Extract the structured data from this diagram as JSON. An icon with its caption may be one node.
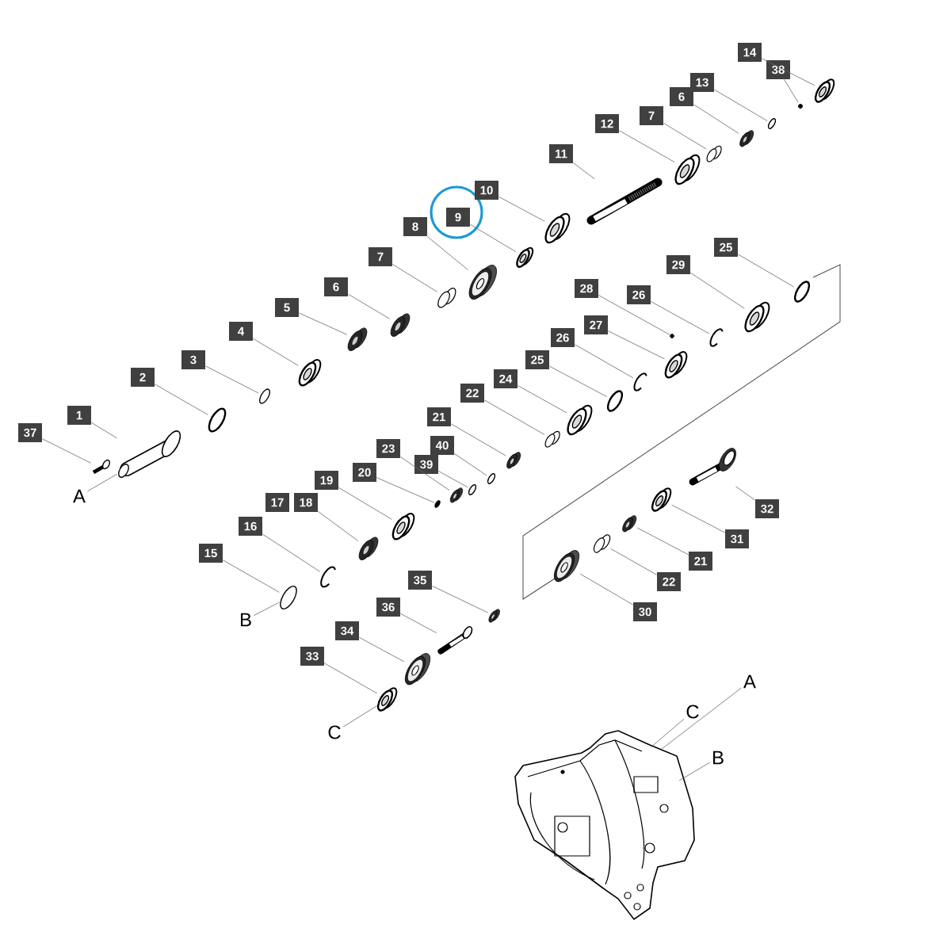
{
  "diagram": {
    "nodes": [
      {
        "text": [
          "14"
        ]
      },
      {
        "text": [
          "38"
        ]
      },
      {
        "text": [
          "13"
        ]
      },
      {
        "text": [
          "6"
        ]
      },
      {
        "text": [
          "7"
        ]
      },
      {
        "text": [
          "12"
        ]
      },
      {
        "text": [
          "11"
        ]
      },
      {
        "text": [
          "10"
        ]
      },
      {
        "text": [
          "9"
        ]
      },
      {
        "text": [
          "8"
        ]
      },
      {
        "text": [
          "7"
        ]
      },
      {
        "text": [
          "6"
        ]
      },
      {
        "text": [
          "5"
        ]
      },
      {
        "text": [
          "4"
        ]
      },
      {
        "text": [
          "3"
        ]
      },
      {
        "text": [
          "2"
        ]
      },
      {
        "text": [
          "1"
        ]
      },
      {
        "text": [
          "37"
        ]
      },
      {
        "text": [
          "A"
        ]
      },
      {
        "text": [
          "25"
        ]
      },
      {
        "text": [
          "29"
        ]
      },
      {
        "text": [
          "26"
        ]
      },
      {
        "text": [
          "28"
        ]
      },
      {
        "text": [
          "27"
        ]
      },
      {
        "text": [
          "26"
        ]
      },
      {
        "text": [
          "25"
        ]
      },
      {
        "text": [
          "24"
        ]
      },
      {
        "text": [
          "22"
        ]
      },
      {
        "text": [
          "21"
        ]
      },
      {
        "text": [
          "40"
        ]
      },
      {
        "text": [
          "39"
        ]
      },
      {
        "text": [
          "23"
        ]
      },
      {
        "text": [
          "20"
        ]
      },
      {
        "text": [
          "19"
        ]
      },
      {
        "text": [
          "18"
        ]
      },
      {
        "text": [
          "17"
        ]
      },
      {
        "text": [
          "16"
        ]
      },
      {
        "text": [
          "15"
        ]
      },
      {
        "text": [
          "B"
        ]
      },
      {
        "text": [
          "32"
        ]
      },
      {
        "text": [
          "31"
        ]
      },
      {
        "text": [
          "21"
        ]
      },
      {
        "text": [
          "22"
        ]
      },
      {
        "text": [
          "30"
        ]
      },
      {
        "text": [
          "35"
        ]
      },
      {
        "text": [
          "36"
        ]
      },
      {
        "text": [
          "34"
        ]
      },
      {
        "text": [
          "33"
        ]
      },
      {
        "text": [
          "C"
        ]
      },
      {
        "text": [
          "A"
        ]
      },
      {
        "text": [
          "C"
        ]
      },
      {
        "text": [
          "B"
        ]
      },
      {
        "text": [],
        "shape": "picture"
      },
      {
        "text": [],
        "shape": "circle"
      },
      {
        "text": [],
        "shape": "picture"
      },
      {
        "text": [],
        "shape": "picture"
      },
      {
        "text": [],
        "shape": "picture"
      },
      {
        "text": [],
        "shape": "picture"
      },
      {
        "text": [],
        "shape": "picture"
      },
      {
        "text": [],
        "shape": "picture"
      },
      {
        "text": [],
        "shape": "picture"
      },
      {
        "text": [],
        "shape": "picture"
      },
      {
        "text": [],
        "shape": "picture"
      },
      {
        "text": [],
        "shape": "picture"
      },
      {
        "text": [],
        "shape": "picture"
      },
      {
        "text": [],
        "shape": "picture"
      },
      {
        "text": [],
        "shape": "picture"
      },
      {
        "text": [],
        "shape": "picture"
      },
      {
        "text": [],
        "shape": "picture"
      },
      {
        "text": [],
        "shape": "picture"
      },
      {
        "text": [],
        "shape": "picture"
      },
      {
        "text": [],
        "shape": "picture"
      },
      {
        "text": [],
        "shape": "picture"
      },
      {
        "text": [],
        "shape": "circle"
      },
      {
        "text": [],
        "shape": "picture"
      },
      {
        "text": [],
        "shape": "picture"
      },
      {
        "text": [],
        "shape": "picture"
      },
      {
        "text": [],
        "shape": "picture"
      },
      {
        "text": [],
        "shape": "picture"
      },
      {
        "text": [],
        "shape": "picture"
      },
      {
        "text": [],
        "shape": "picture"
      },
      {
        "text": [],
        "shape": "picture"
      },
      {
        "text": [],
        "shape": "picture"
      },
      {
        "text": [],
        "shape": "picture"
      },
      {
        "text": [],
        "shape": "picture"
      },
      {
        "text": [],
        "shape": "picture"
      },
      {
        "text": [],
        "shape": "picture"
      },
      {
        "text": [],
        "shape": "picture"
      },
      {
        "text": [],
        "shape": "picture"
      },
      {
        "text": [],
        "shape": "picture"
      },
      {
        "text": [],
        "shape": "picture"
      },
      {
        "text": [],
        "shape": "picture"
      },
      {
        "text": [],
        "shape": "picture"
      },
      {
        "text": [],
        "shape": "picture"
      },
      {
        "text": [],
        "shape": "picture"
      },
      {
        "text": [],
        "shape": "picture"
      },
      {
        "text": [],
        "shape": "picture"
      },
      {
        "text": [],
        "shape": "picture"
      }
    ],
    "edges": [
      {
        "from": 0,
        "to": 52,
        "arrow": "none"
      },
      {
        "from": 1,
        "to": 53,
        "arrow": "none"
      },
      {
        "from": 2,
        "to": 54,
        "arrow": "none"
      },
      {
        "from": 3,
        "to": 55,
        "arrow": "none"
      },
      {
        "from": 4,
        "to": 56,
        "arrow": "none"
      },
      {
        "from": 5,
        "to": 57,
        "arrow": "none"
      },
      {
        "from": 6,
        "to": 58,
        "arrow": "none"
      },
      {
        "from": 7,
        "to": 59,
        "arrow": "none"
      },
      {
        "from": 8,
        "to": 60,
        "arrow": "none"
      },
      {
        "from": 9,
        "to": 61,
        "arrow": "none"
      },
      {
        "from": 10,
        "to": 62,
        "arrow": "none"
      },
      {
        "from": 11,
        "to": 63,
        "arrow": "none"
      },
      {
        "from": 12,
        "to": 64,
        "arrow": "none"
      },
      {
        "from": 13,
        "to": 65,
        "arrow": "none"
      },
      {
        "from": 14,
        "to": 66,
        "arrow": "none"
      },
      {
        "from": 15,
        "to": 67,
        "arrow": "none"
      },
      {
        "from": 16,
        "to": 68,
        "arrow": "none"
      },
      {
        "from": 17,
        "to": 69,
        "arrow": "none"
      },
      {
        "from": 18,
        "to": 68,
        "arrow": "none"
      },
      {
        "from": 19,
        "to": 70,
        "arrow": "none"
      },
      {
        "from": 20,
        "to": 71,
        "arrow": "none"
      },
      {
        "from": 21,
        "to": 72,
        "arrow": "none"
      },
      {
        "from": 22,
        "to": 73,
        "arrow": "none"
      },
      {
        "from": 23,
        "to": 74,
        "arrow": "none"
      },
      {
        "from": 24,
        "to": 75,
        "arrow": "none"
      },
      {
        "from": 25,
        "to": 76,
        "arrow": "none"
      },
      {
        "from": 26,
        "to": 77,
        "arrow": "none"
      },
      {
        "from": 27,
        "to": 78,
        "arrow": "none"
      },
      {
        "from": 28,
        "to": 79,
        "arrow": "none"
      },
      {
        "from": 29,
        "to": 80,
        "arrow": "none"
      },
      {
        "from": 30,
        "to": 81,
        "arrow": "none"
      },
      {
        "from": 31,
        "to": 82,
        "arrow": "none"
      },
      {
        "from": 32,
        "to": 83,
        "arrow": "none"
      },
      {
        "from": 33,
        "to": 84,
        "arrow": "none"
      },
      {
        "from": 34,
        "to": 85,
        "arrow": "none"
      },
      {
        "from": 36,
        "to": 86,
        "arrow": "none"
      },
      {
        "from": 37,
        "to": 87,
        "arrow": "none"
      },
      {
        "from": 38,
        "to": 87,
        "arrow": "none"
      },
      {
        "from": 39,
        "to": 88,
        "arrow": "none"
      },
      {
        "from": 40,
        "to": 89,
        "arrow": "none"
      },
      {
        "from": 41,
        "to": 90,
        "arrow": "none"
      },
      {
        "from": 42,
        "to": 91,
        "arrow": "none"
      },
      {
        "from": 43,
        "to": 92,
        "arrow": "none"
      },
      {
        "from": 44,
        "to": 93,
        "arrow": "none"
      },
      {
        "from": 45,
        "to": 94,
        "arrow": "none"
      },
      {
        "from": 46,
        "to": 95,
        "arrow": "none"
      },
      {
        "from": 47,
        "to": 96,
        "arrow": "none"
      },
      {
        "from": 48,
        "to": 96,
        "arrow": "none"
      },
      {
        "from": 49,
        "to": 97,
        "arrow": "none"
      },
      {
        "from": 50,
        "to": 97,
        "arrow": "none"
      },
      {
        "from": 51,
        "to": 97,
        "arrow": "none"
      }
    ]
  }
}
